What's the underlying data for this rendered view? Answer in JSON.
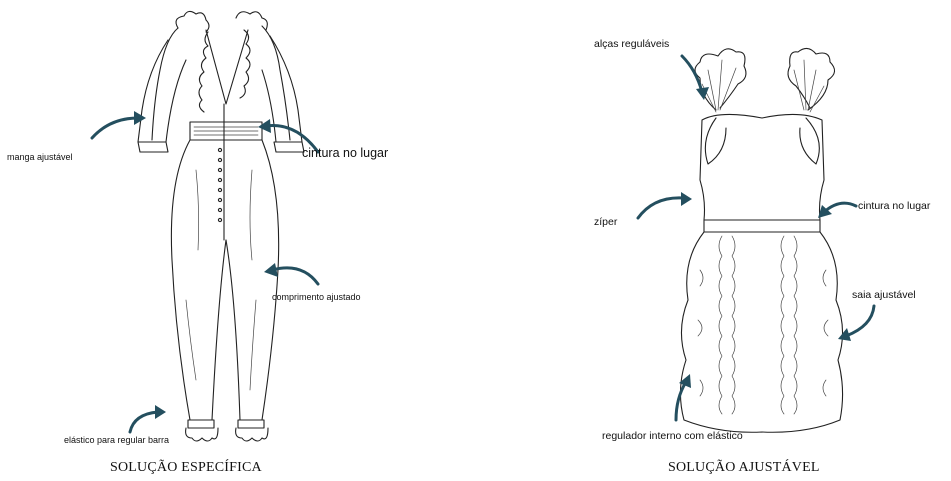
{
  "left_figure": {
    "caption": "SOLUÇÃO ESPECÍFICA",
    "labels": {
      "sleeve": "manga ajustável",
      "waist": "cintura no lugar",
      "length": "comprimento ajustado",
      "hem": "elástico para regular barra"
    }
  },
  "right_figure": {
    "caption": "SOLUÇÃO AJUSTÁVEL",
    "labels": {
      "straps": "alças reguláveis",
      "zipper": "zíper",
      "waist": "cintura no lugar",
      "skirt": "saia ajustável",
      "regulator": "regulador interno com elástico"
    }
  },
  "colors": {
    "arrow": "#244f5f",
    "ink": "#222222"
  }
}
